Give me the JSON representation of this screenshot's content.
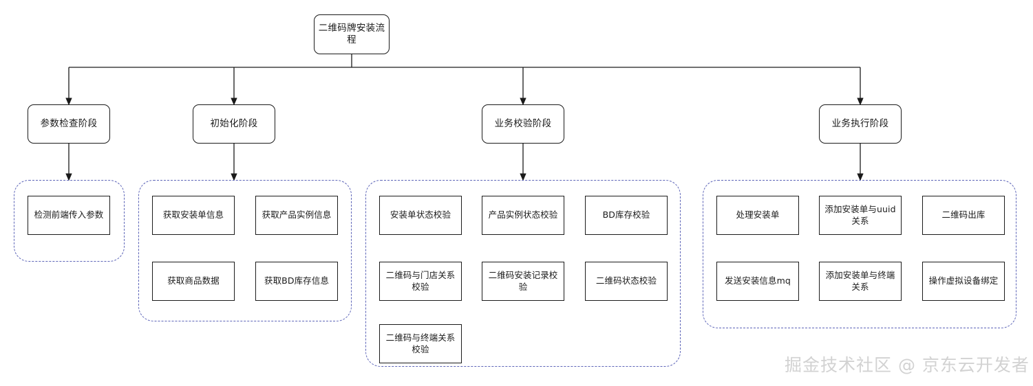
{
  "diagram": {
    "title": "二维码牌安装流程",
    "root": {
      "label": "二维码牌安装流程"
    },
    "edge_color": "#1a1a1a",
    "group_border_color": "#5b63b7",
    "node_border_color": "#1a1a1a",
    "background": "#ffffff",
    "stages": [
      {
        "id": "stage-1",
        "label": "参数检查阶段",
        "tasks": [
          {
            "label": "检测前端传入参数"
          }
        ]
      },
      {
        "id": "stage-2",
        "label": "初始化阶段",
        "tasks": [
          {
            "label": "获取安装单信息"
          },
          {
            "label": "获取产品实例信息"
          },
          {
            "label": "获取商品数据"
          },
          {
            "label": "获取BD库存信息"
          }
        ]
      },
      {
        "id": "stage-3",
        "label": "业务校验阶段",
        "tasks": [
          {
            "label": "安装单状态校验"
          },
          {
            "label": "产品实例状态校验"
          },
          {
            "label": "BD库存校验"
          },
          {
            "label": "二维码与门店关系校验"
          },
          {
            "label": "二维码安装记录校验"
          },
          {
            "label": "二维码状态校验"
          },
          {
            "label": "二维码与终端关系校验"
          }
        ]
      },
      {
        "id": "stage-4",
        "label": "业务执行阶段",
        "tasks": [
          {
            "label": "处理安装单"
          },
          {
            "label": "添加安装单与uuid关系"
          },
          {
            "label": "二维码出库"
          },
          {
            "label": "发送安装信息mq"
          },
          {
            "label": "添加安装单与终端关系"
          },
          {
            "label": "操作虚拟设备绑定"
          }
        ]
      }
    ]
  },
  "watermark": {
    "text": "掘金技术社区 @ 京东云开发者",
    "color": "#d2d2d2"
  }
}
